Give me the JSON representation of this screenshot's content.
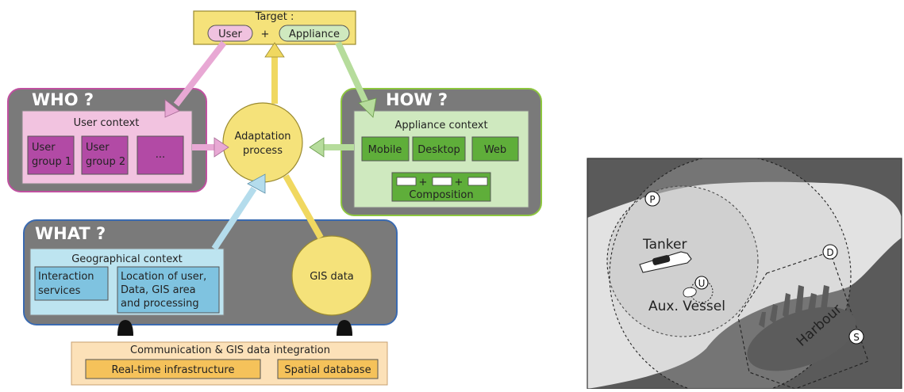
{
  "diagram": {
    "target": {
      "title": "Target :",
      "user": "User",
      "plus": "+",
      "appliance": "Appliance"
    },
    "who": {
      "heading": "WHO ?",
      "context_title": "User context",
      "groups": [
        {
          "line1": "User",
          "line2": "group 1"
        },
        {
          "line1": "User",
          "line2": "group 2"
        },
        {
          "line1": "...",
          "line2": ""
        }
      ]
    },
    "how": {
      "heading": "HOW ?",
      "context_title": "Appliance context",
      "items": [
        "Mobile",
        "Desktop",
        "Web"
      ],
      "plus": "+",
      "composition": "Composition"
    },
    "center": {
      "line1": "Adaptation",
      "line2": "process"
    },
    "what": {
      "heading": "WHAT ?",
      "context_title": "Geographical context",
      "interaction": {
        "line1": "Interaction",
        "line2": "services"
      },
      "location": {
        "line1": "Location of user,",
        "line2": "Data, GIS area",
        "line3": "and processing"
      },
      "gis": "GIS data"
    },
    "integration": {
      "title": "Communication & GIS data integration",
      "realtime": "Real-time infrastructure",
      "spatial": "Spatial database"
    }
  },
  "map": {
    "labels": {
      "tanker": "Tanker",
      "aux": "Aux. Vessel",
      "harbour": "Harbour"
    },
    "markers": [
      "P",
      "D",
      "U",
      "S"
    ]
  }
}
